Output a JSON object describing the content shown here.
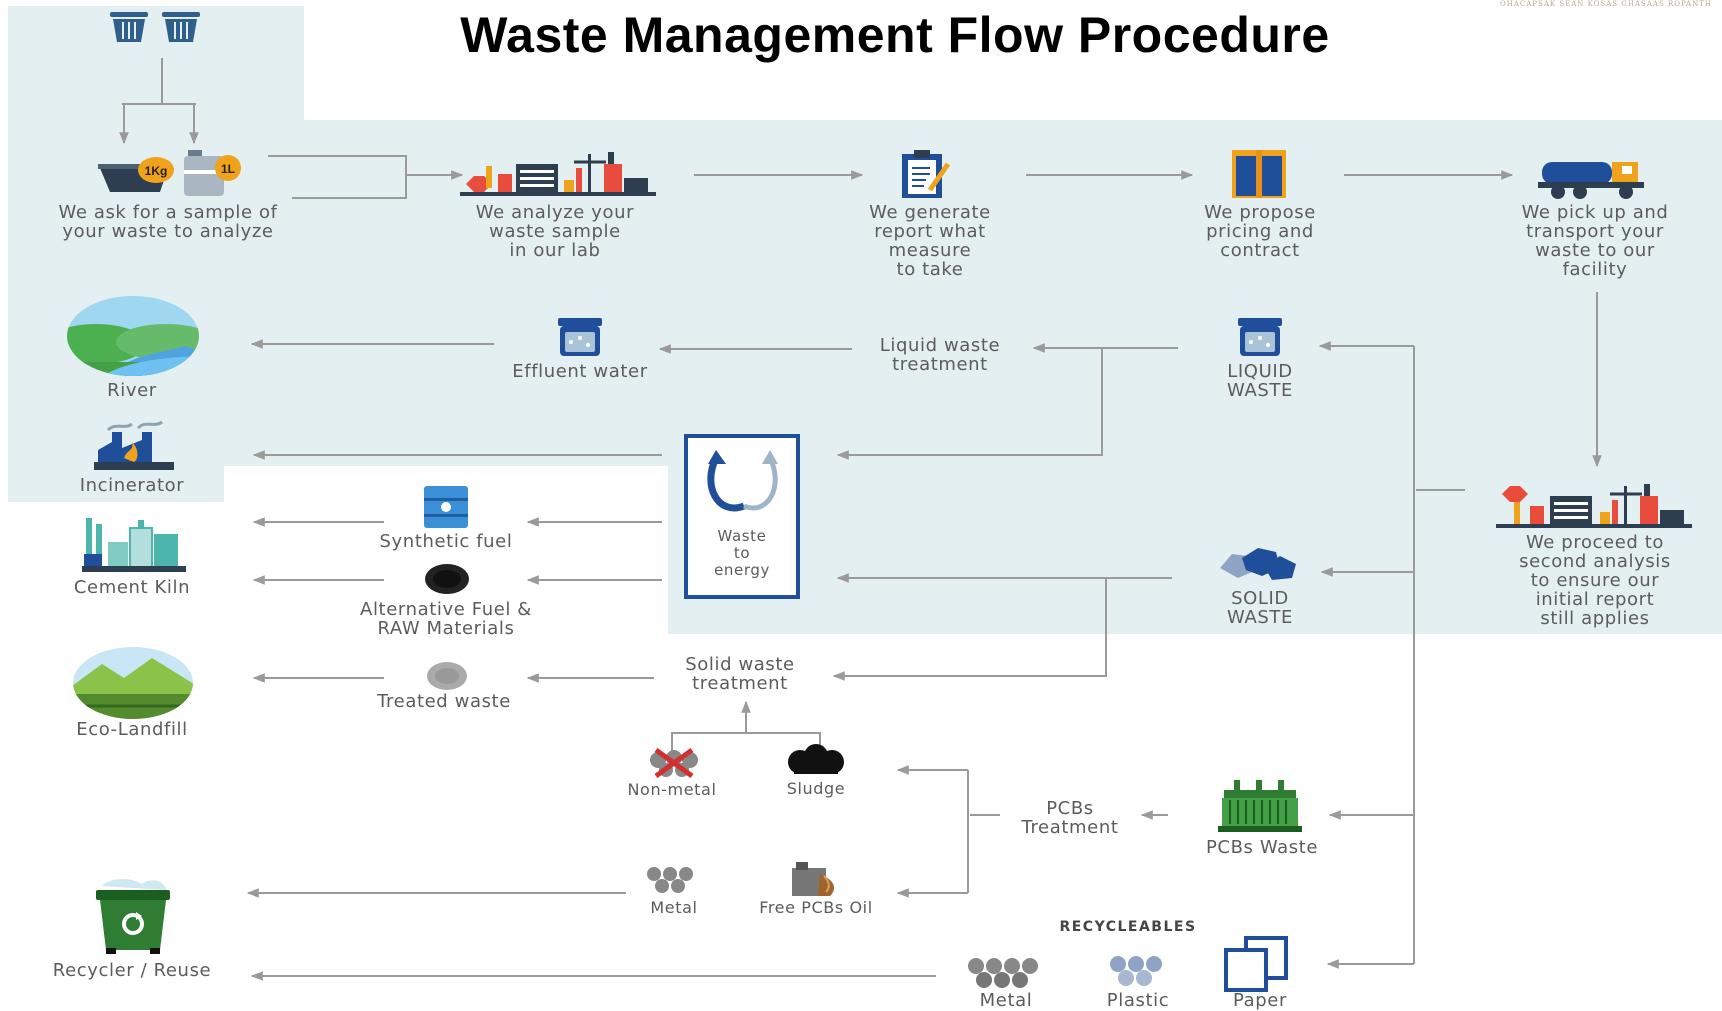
{
  "title": "Waste Management Flow Procedure",
  "top_right_text": "OHACAPSAK SEAN KOSAS GHASAAS ROPANTH",
  "steps": {
    "sample": "We ask for a sample of\nyour waste to analyze",
    "analyze": "We analyze your\nwaste sample\nin our lab",
    "report": "We generate\nreport what\nmeasure\nto take",
    "pricing": "We propose\npricing and\ncontract",
    "pickup": "We pick up and\ntransport your\nwaste to our\nfacility",
    "second": "We proceed to\nsecond analysis\nto ensure our\ninitial report\nstill applies"
  },
  "sample_badges": {
    "kg": "1Kg",
    "l": "1L"
  },
  "nodes": {
    "liquid_waste": "LIQUID\nWASTE",
    "liquid_treatment": "Liquid waste\ntreatment",
    "effluent": "Effluent water",
    "river": "River",
    "incinerator": "Incinerator",
    "waste_to_energy": "Waste\nto\nenergy",
    "synthetic_fuel": "Synthetic fuel",
    "alt_fuel": "Alternative Fuel &\nRAW Materials",
    "cement_kiln": "Cement Kiln",
    "solid_waste": "SOLID\nWASTE",
    "solid_treatment": "Solid waste\ntreatment",
    "treated_waste": "Treated waste",
    "eco_landfill": "Eco-Landfill",
    "non_metal": "Non-metal",
    "sludge": "Sludge",
    "pcbs_treatment": "PCBs\nTreatment",
    "pcbs_waste": "PCBs Waste",
    "metal_mid": "Metal",
    "free_pcbs_oil": "Free PCBs Oil",
    "recyclables": "RECYCLEABLES",
    "metal": "Metal",
    "plastic": "Plastic",
    "paper": "Paper",
    "recycler": "Recycler / Reuse"
  },
  "colors": {
    "panel": "#e3eff1",
    "arrow": "#9a9a9a",
    "blue": "#1f4e9a",
    "orange": "#f0a21a",
    "green": "#2e7d32"
  },
  "icons": [
    "trash-bin-icon",
    "bowl-icon",
    "bottle-icon",
    "lab-icon",
    "clipboard-icon",
    "contract-icon",
    "truck-icon",
    "jar-icon",
    "river-icon",
    "incinerator-icon",
    "factory-icon",
    "barrel-icon",
    "blob-icon",
    "landfill-icon",
    "cross-icon",
    "metal-icon",
    "oil-can-icon",
    "rocks-icon",
    "transformer-icon",
    "recycle-bin-icon",
    "plastic-icon",
    "paper-icon"
  ]
}
